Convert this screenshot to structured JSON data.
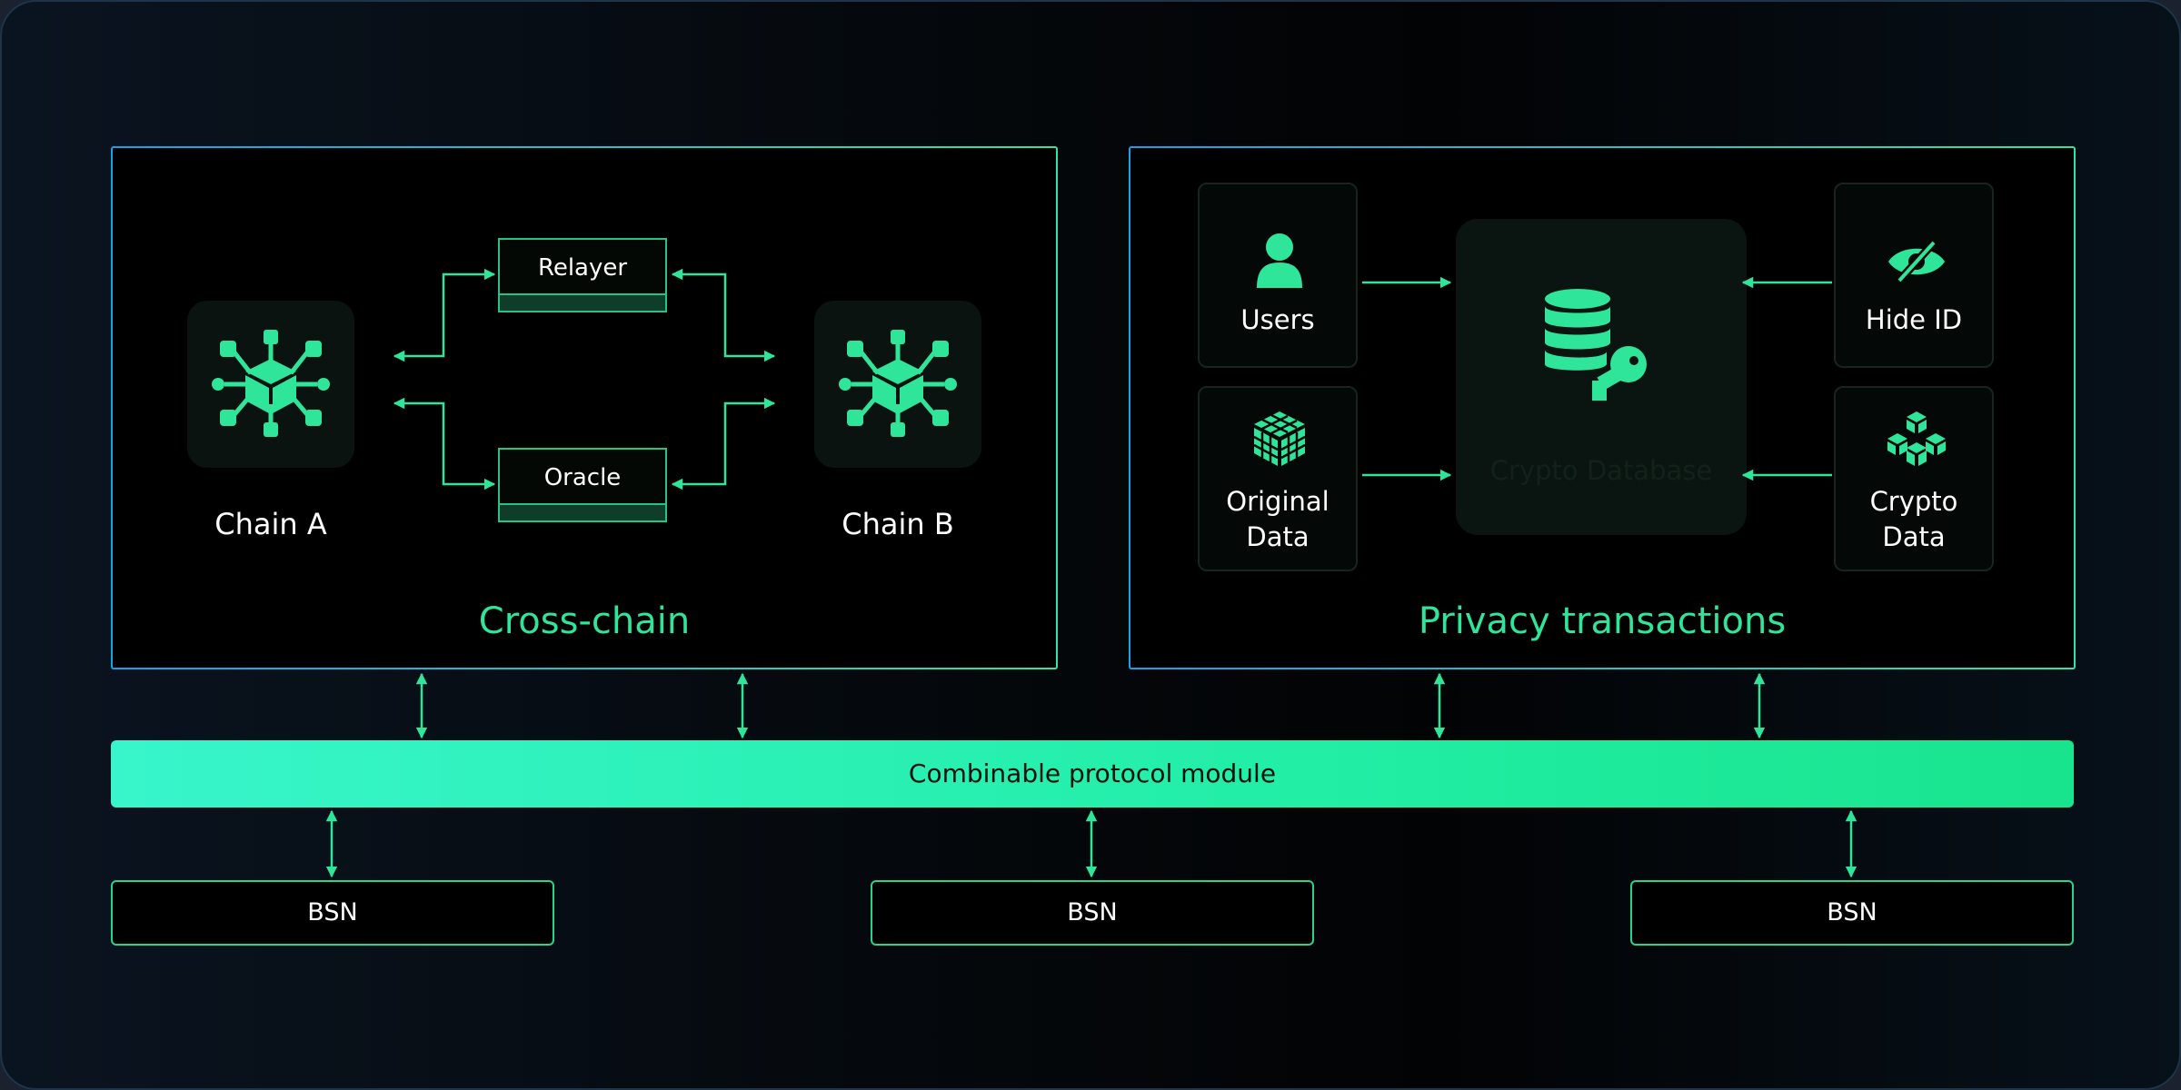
{
  "cross_chain": {
    "title": "Cross-chain",
    "chain_a": "Chain A",
    "chain_b": "Chain B",
    "relayer": "Relayer",
    "oracle": "Oracle"
  },
  "privacy": {
    "title": "Privacy transactions",
    "users": "Users",
    "hide_id": "Hide ID",
    "original_data": "Original\nData",
    "crypto_data": "Crypto\nData",
    "crypto_database": "Crypto Database"
  },
  "protocol_module": "Combinable protocol module",
  "bsn": [
    "BSN",
    "BSN",
    "BSN"
  ],
  "colors": {
    "accent": "#2fe59a",
    "panel_border_start": "#1aa0e6",
    "panel_border_end": "#2fe4a6",
    "protocol_start": "#38f5cb",
    "protocol_end": "#18e48e"
  },
  "icons": {
    "chain_a": "blockchain-network-icon",
    "chain_b": "blockchain-network-icon",
    "users": "user-icon",
    "hide_id": "eye-slash-icon",
    "original_data": "cube-grid-icon",
    "crypto_data": "crypto-cubes-icon",
    "crypto_database": "database-key-icon"
  }
}
